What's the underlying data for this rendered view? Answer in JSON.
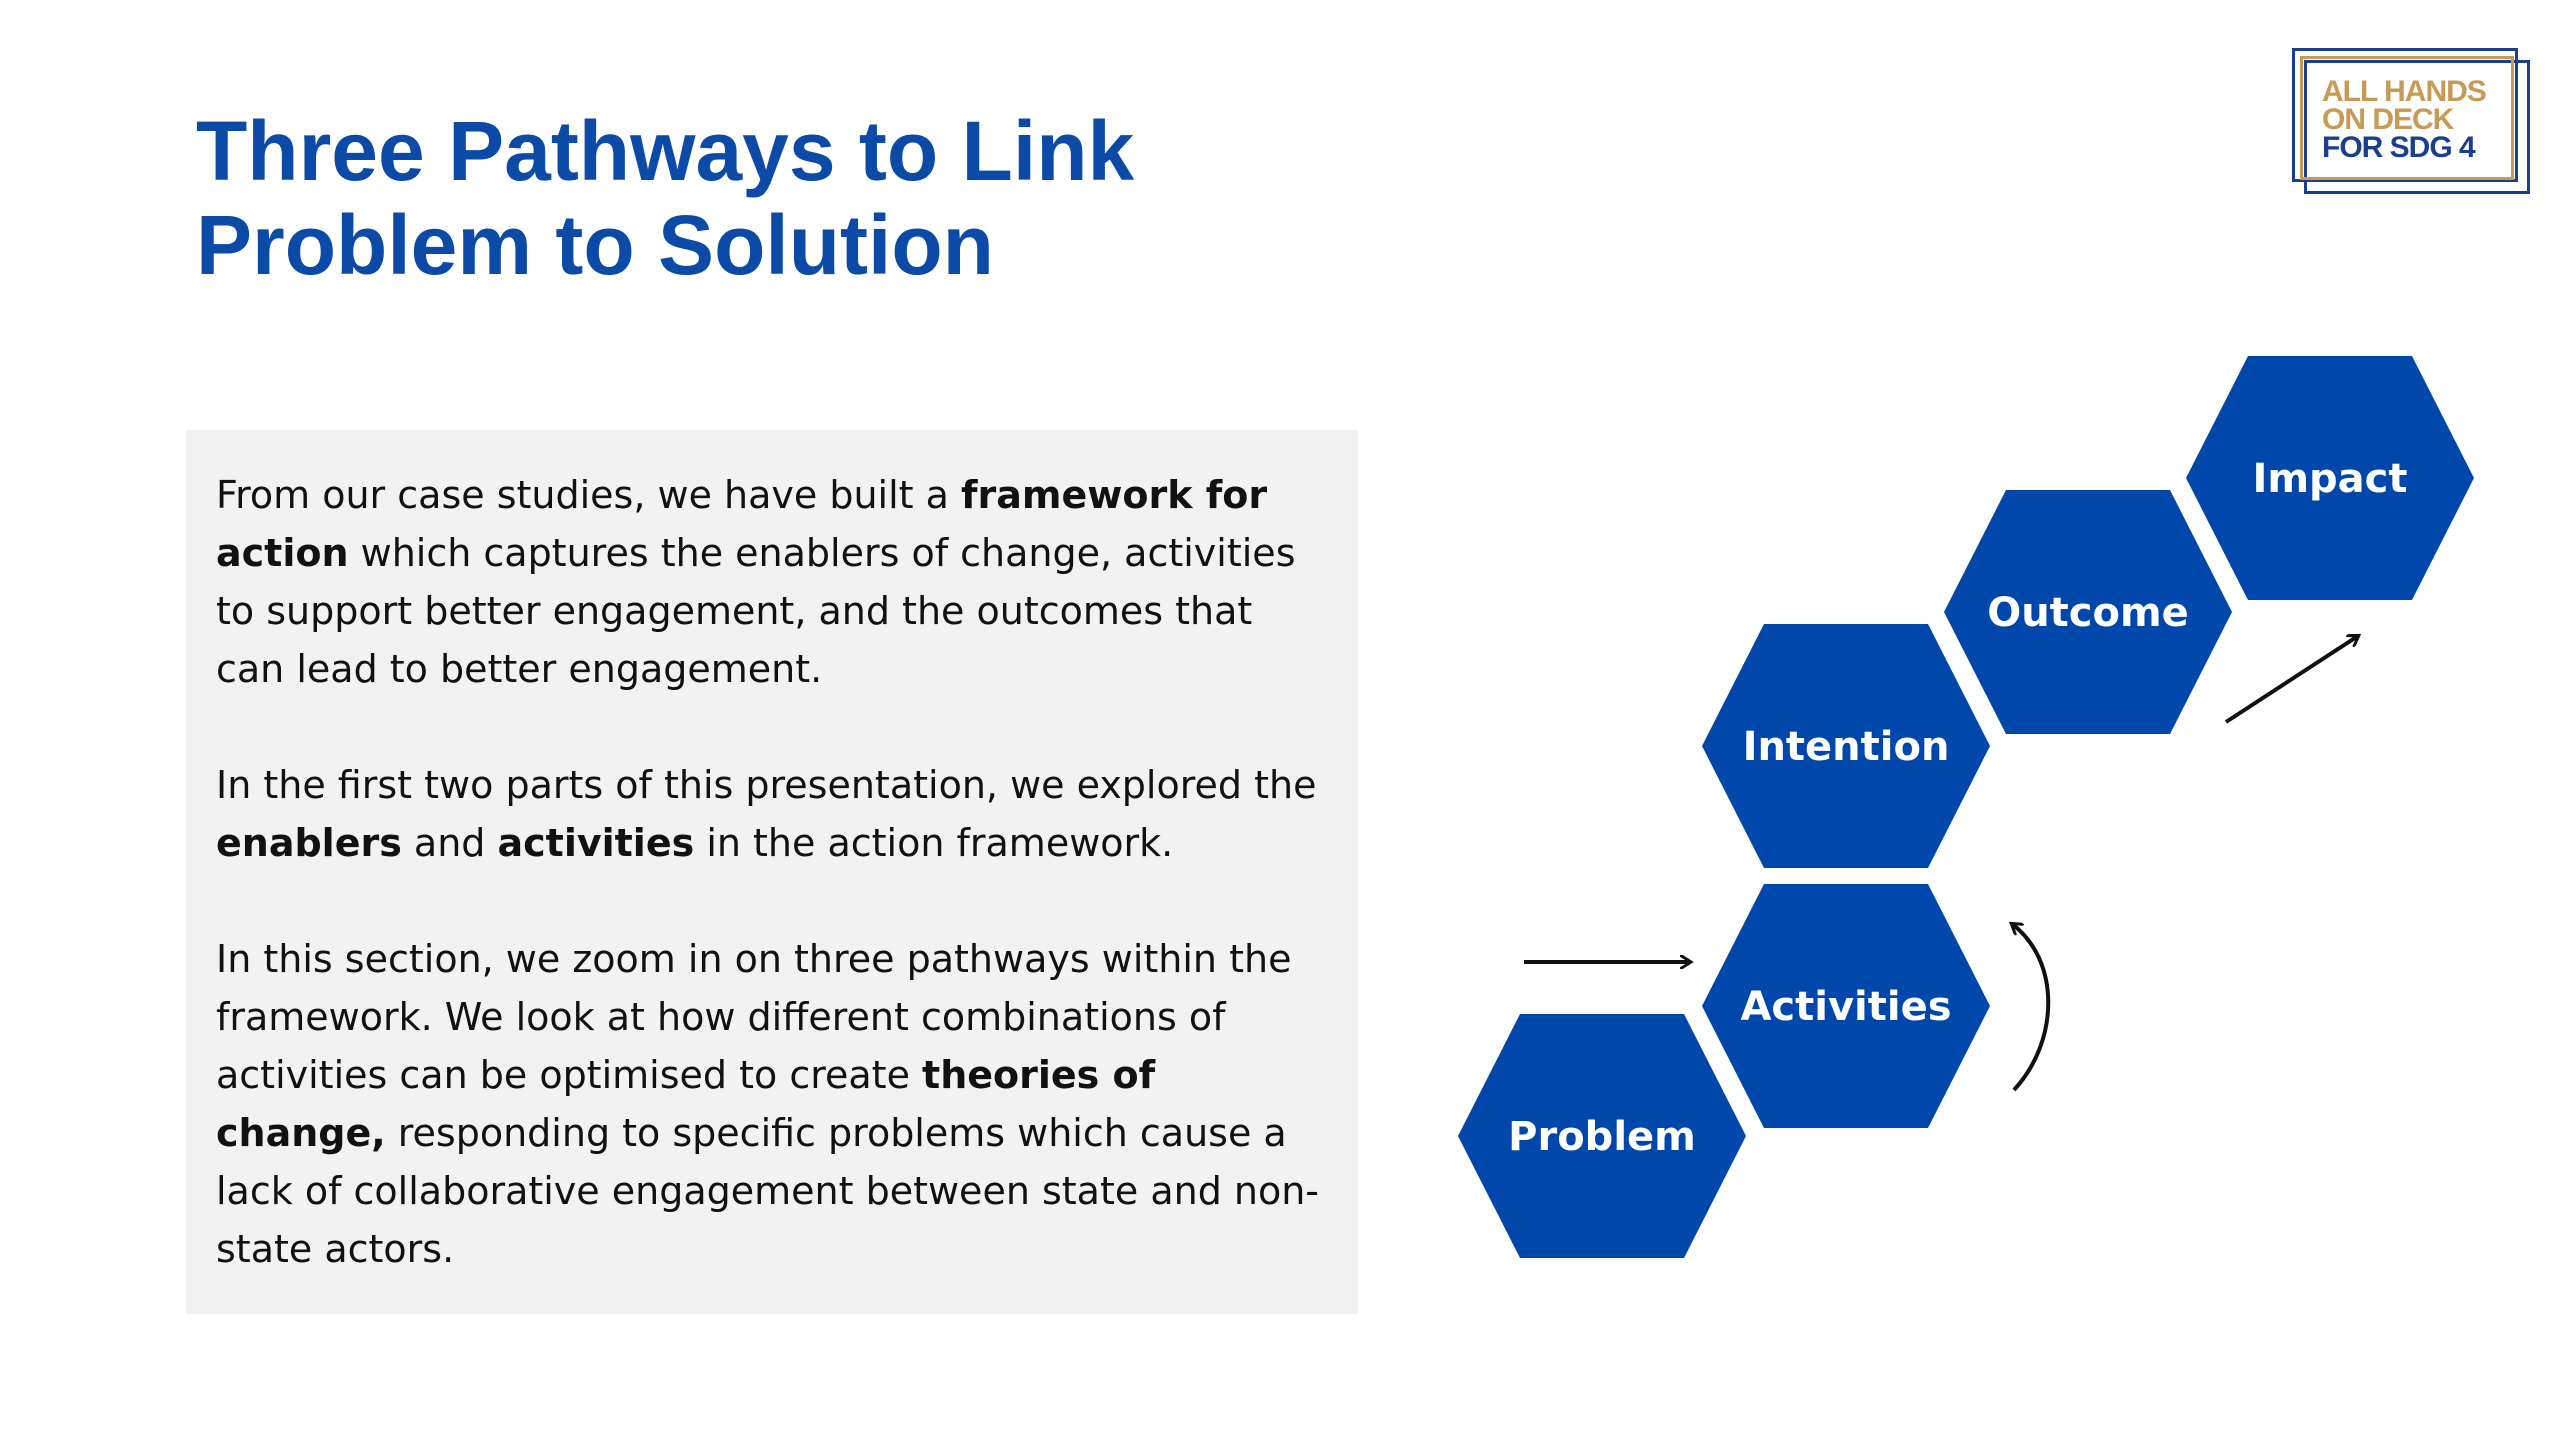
{
  "slide": {
    "title_line1": "Three Pathways to Link",
    "title_line2": "Problem to Solution"
  },
  "logo": {
    "line1": "ALL HANDS",
    "line2": "ON DECK",
    "line3": "FOR SDG 4"
  },
  "body": {
    "p1": {
      "t1": "From our case studies, we have built a ",
      "b1": "framework for action",
      "t2": " which captures the enablers of change, activities to support better engagement, and the outcomes that can lead to better engagement."
    },
    "p2": {
      "t1": "In the first two parts of this presentation, we explored the ",
      "b1": "enablers",
      "t2": " and ",
      "b2": "activities",
      "t3": " in the action framework."
    },
    "p3": {
      "t1": "In this section, we zoom in on three pathways within the framework. We look at how different combinations of activities can be optimised to create ",
      "b1": "theories of change,",
      "t2": " responding to specific problems which cause a lack of collaborative engagement between state and non-state actors."
    }
  },
  "diagram": {
    "hex_color": "#0047ab",
    "stages": [
      "Problem",
      "Activities",
      "Intention",
      "Outcome",
      "Impact"
    ]
  }
}
